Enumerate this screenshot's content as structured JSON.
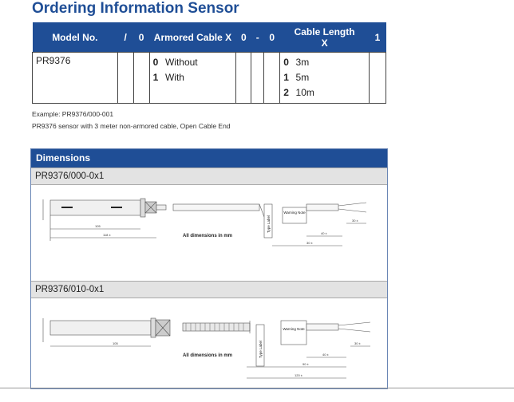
{
  "title": "Ordering Information Sensor",
  "table": {
    "headers": {
      "model": "Model No.",
      "slash": "/",
      "zero1": "0",
      "armored": "Armored Cable X",
      "zero2": "0",
      "dash": "-",
      "zero3": "0",
      "cable": "Cable Length X",
      "one": "1"
    },
    "model_value": "PR9376",
    "armored_options": [
      {
        "code": "0",
        "label": "Without"
      },
      {
        "code": "1",
        "label": "With"
      }
    ],
    "cable_options": [
      {
        "code": "0",
        "label": "3m"
      },
      {
        "code": "1",
        "label": "5m"
      },
      {
        "code": "2",
        "label": "10m"
      }
    ]
  },
  "example": {
    "line1": "Example: PR9376/000-001",
    "line2": "PR9376 sensor with 3 meter non-armored cable, Open Cable End"
  },
  "dimensions": {
    "title": "Dimensions",
    "sections": [
      {
        "label": "PR9376/000-0x1",
        "dims_note": "All dimensions in mm",
        "type_label": "Type Label",
        "warning_note": "Warning Note"
      },
      {
        "label": "PR9376/010-0x1",
        "dims_note": "All dimensions in mm",
        "type_label": "Type Label",
        "warning_note": "Warning Note"
      }
    ]
  }
}
